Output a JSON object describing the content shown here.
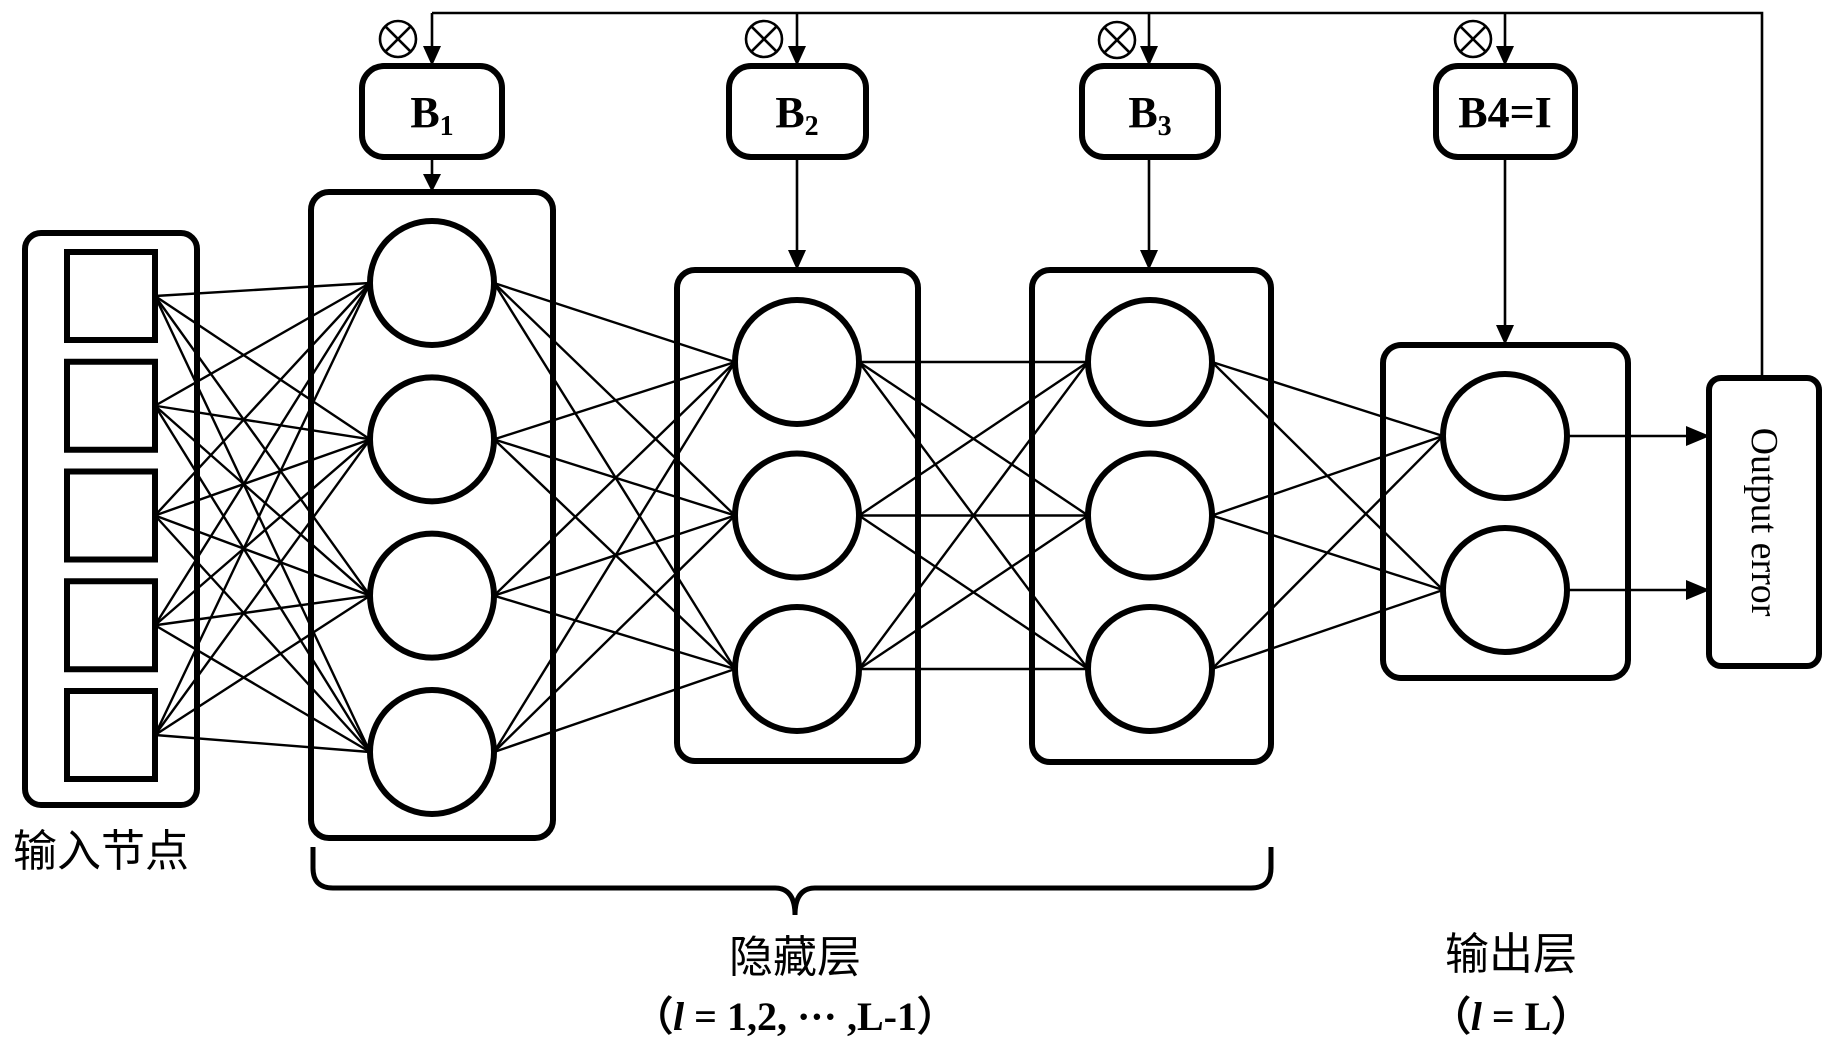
{
  "figure": {
    "type": "neural-network-diagram",
    "colors": {
      "stroke": "#000000",
      "background": "#ffffff"
    }
  },
  "input_layer": {
    "label": "输入节点",
    "node_count": 5,
    "node_shape": "square"
  },
  "hidden_layers": [
    {
      "id": "layer-1",
      "node_count": 4,
      "feedback_matrix": {
        "base": "B",
        "sub": "1"
      }
    },
    {
      "id": "layer-2",
      "node_count": 3,
      "feedback_matrix": {
        "base": "B",
        "sub": "2"
      }
    },
    {
      "id": "layer-3",
      "node_count": 3,
      "feedback_matrix": {
        "base": "B",
        "sub": "3"
      }
    }
  ],
  "hidden_group": {
    "label": "隐藏层",
    "formula": "（l = 1,2, ··· ,L-1）",
    "formula_parts": {
      "open": "（",
      "var": "l",
      "rest": " = 1,2, ··· ,L-1",
      "close": "）"
    }
  },
  "output_layer": {
    "node_count": 2,
    "feedback_matrix": {
      "label": "B4=I"
    },
    "label": "输出层",
    "formula": "（l = L）",
    "formula_parts": {
      "open": "（",
      "var": "l",
      "rest": " = L",
      "close": "）"
    }
  },
  "output_error": {
    "label": "Output error"
  },
  "operator_symbol": "⊗",
  "connections": {
    "input_to_layer1": "fully-connected",
    "layer1_to_layer2": "fully-connected",
    "layer2_to_layer3": "fully-connected",
    "layer3_to_output": "fully-connected",
    "output_to_error": "one-to-one-arrows",
    "error_feedback": "broadcast to B1, B2, B3, B4"
  }
}
